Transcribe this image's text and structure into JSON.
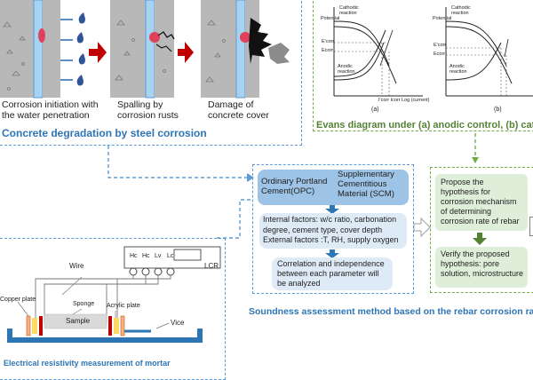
{
  "degradation": {
    "step1": "Corrosion initiation with\nthe water penetration",
    "step2": "Spalling by\ncorrosion rusts",
    "step3": "Damage of\nconcrete cover",
    "caption": "Concrete degradation by steel corrosion"
  },
  "evans": {
    "caption": "Evans diagram under (a) anodic control, (b) cat",
    "potential": "Potential",
    "cathodic": "Cathodic\nreaction",
    "anodic": "Anodic\nreaction",
    "ecorr_prime": "E'corr",
    "ecorr": "Ecorr",
    "icorr_labels": "I'corr Icorr",
    "xaxis": "Log (current)",
    "panel_a": "(a)",
    "panel_b": "(b)"
  },
  "flow": {
    "opc": "Ordinary Portland\nCement(OPC)",
    "scm": "Supplementary\nCementitious\nMaterial (SCM)",
    "factors": "Internal factors: w/c ratio, carbonation\ndegree, cement type, cover depth\nExternal  factors :T, RH, supply oxygen",
    "correlation": "Correlation and independence\nbetween each parameter will\nbe analyzed",
    "hypothesis": "Propose the\nhypothesis for\ncorrosion mechanism\nof determining\ncorrosion rate of rebar",
    "verify": "Verify  the proposed\nhypothesis: pore\nsolution, microstructure",
    "caption": "Soundness assessment method based on the rebar corrosion ra"
  },
  "resistivity": {
    "wire": "Wire",
    "terminals": [
      "Hc",
      "Hc",
      "Lv",
      "Lc"
    ],
    "lcr": "LCR",
    "copper": "Copper plate",
    "sponge": "Sponge",
    "acrylic": "Acrylic plate",
    "sample": "Sample",
    "vice": "Vice",
    "caption": "Electrical resistivity measurement of mortar"
  },
  "colors": {
    "blue_dash": "#5b9bd5",
    "green_dash": "#70ad47",
    "caption_blue": "#2e75b6",
    "caption_green": "#548235",
    "arrow_red": "#c00000",
    "arrow_blue": "#2e75b6",
    "arrow_green": "#548235"
  }
}
